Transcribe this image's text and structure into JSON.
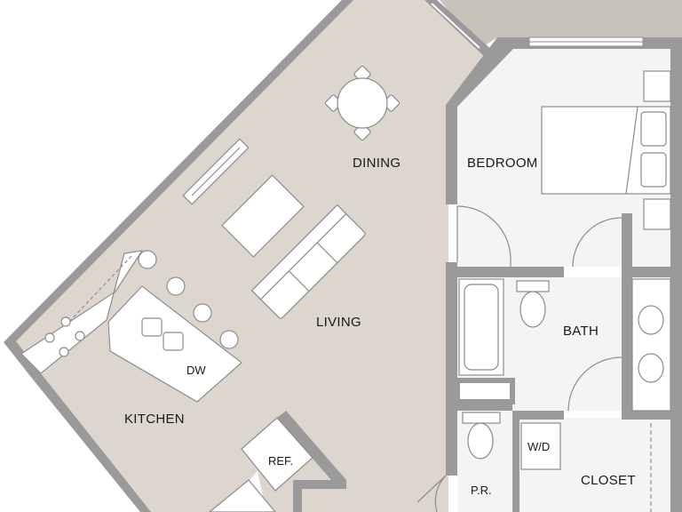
{
  "colors": {
    "living_floor": "#dcd6cf",
    "room_floor": "#f4f4f2",
    "wall": "#9a9a9a",
    "balcony": "#c8c3ba",
    "fixture_stroke": "#8c8c8c"
  },
  "labels": {
    "dining": "DINING",
    "bedroom": "BEDROOM",
    "living": "LIVING",
    "bath": "BATH",
    "kitchen": "KITCHEN",
    "dw": "DW",
    "ref": "REF.",
    "wd": "W/D",
    "closet": "CLOSET",
    "pr": "P.R."
  }
}
